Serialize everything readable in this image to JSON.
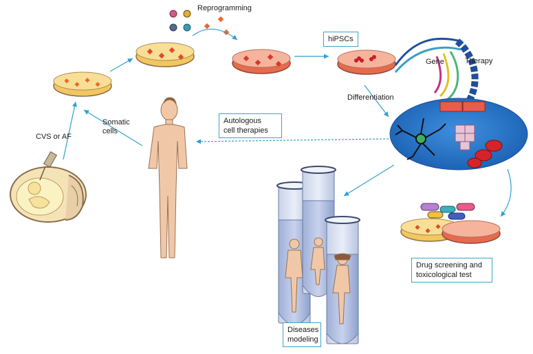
{
  "labels": {
    "reprogramming": "Reprogramming",
    "hipscs": "hiPSCs",
    "gene": "Gene",
    "therapy": "Therapy",
    "differentiation": "Differentiation",
    "somatic_cells": "Somatic\ncells",
    "cvs_or_af": "CVS or AF",
    "autologous": "Autologous\ncell therapies",
    "diseases_modeling": "Diseases\nmodeling",
    "drug_screening": "Drug screening and\ntoxicological test"
  },
  "colors": {
    "arrow": "#2f9fd0",
    "dish_yellow": "#f3c760",
    "dish_red": "#e86a4d",
    "hub_blue": "#2a73c4",
    "box_border": "#3aa3c9"
  }
}
